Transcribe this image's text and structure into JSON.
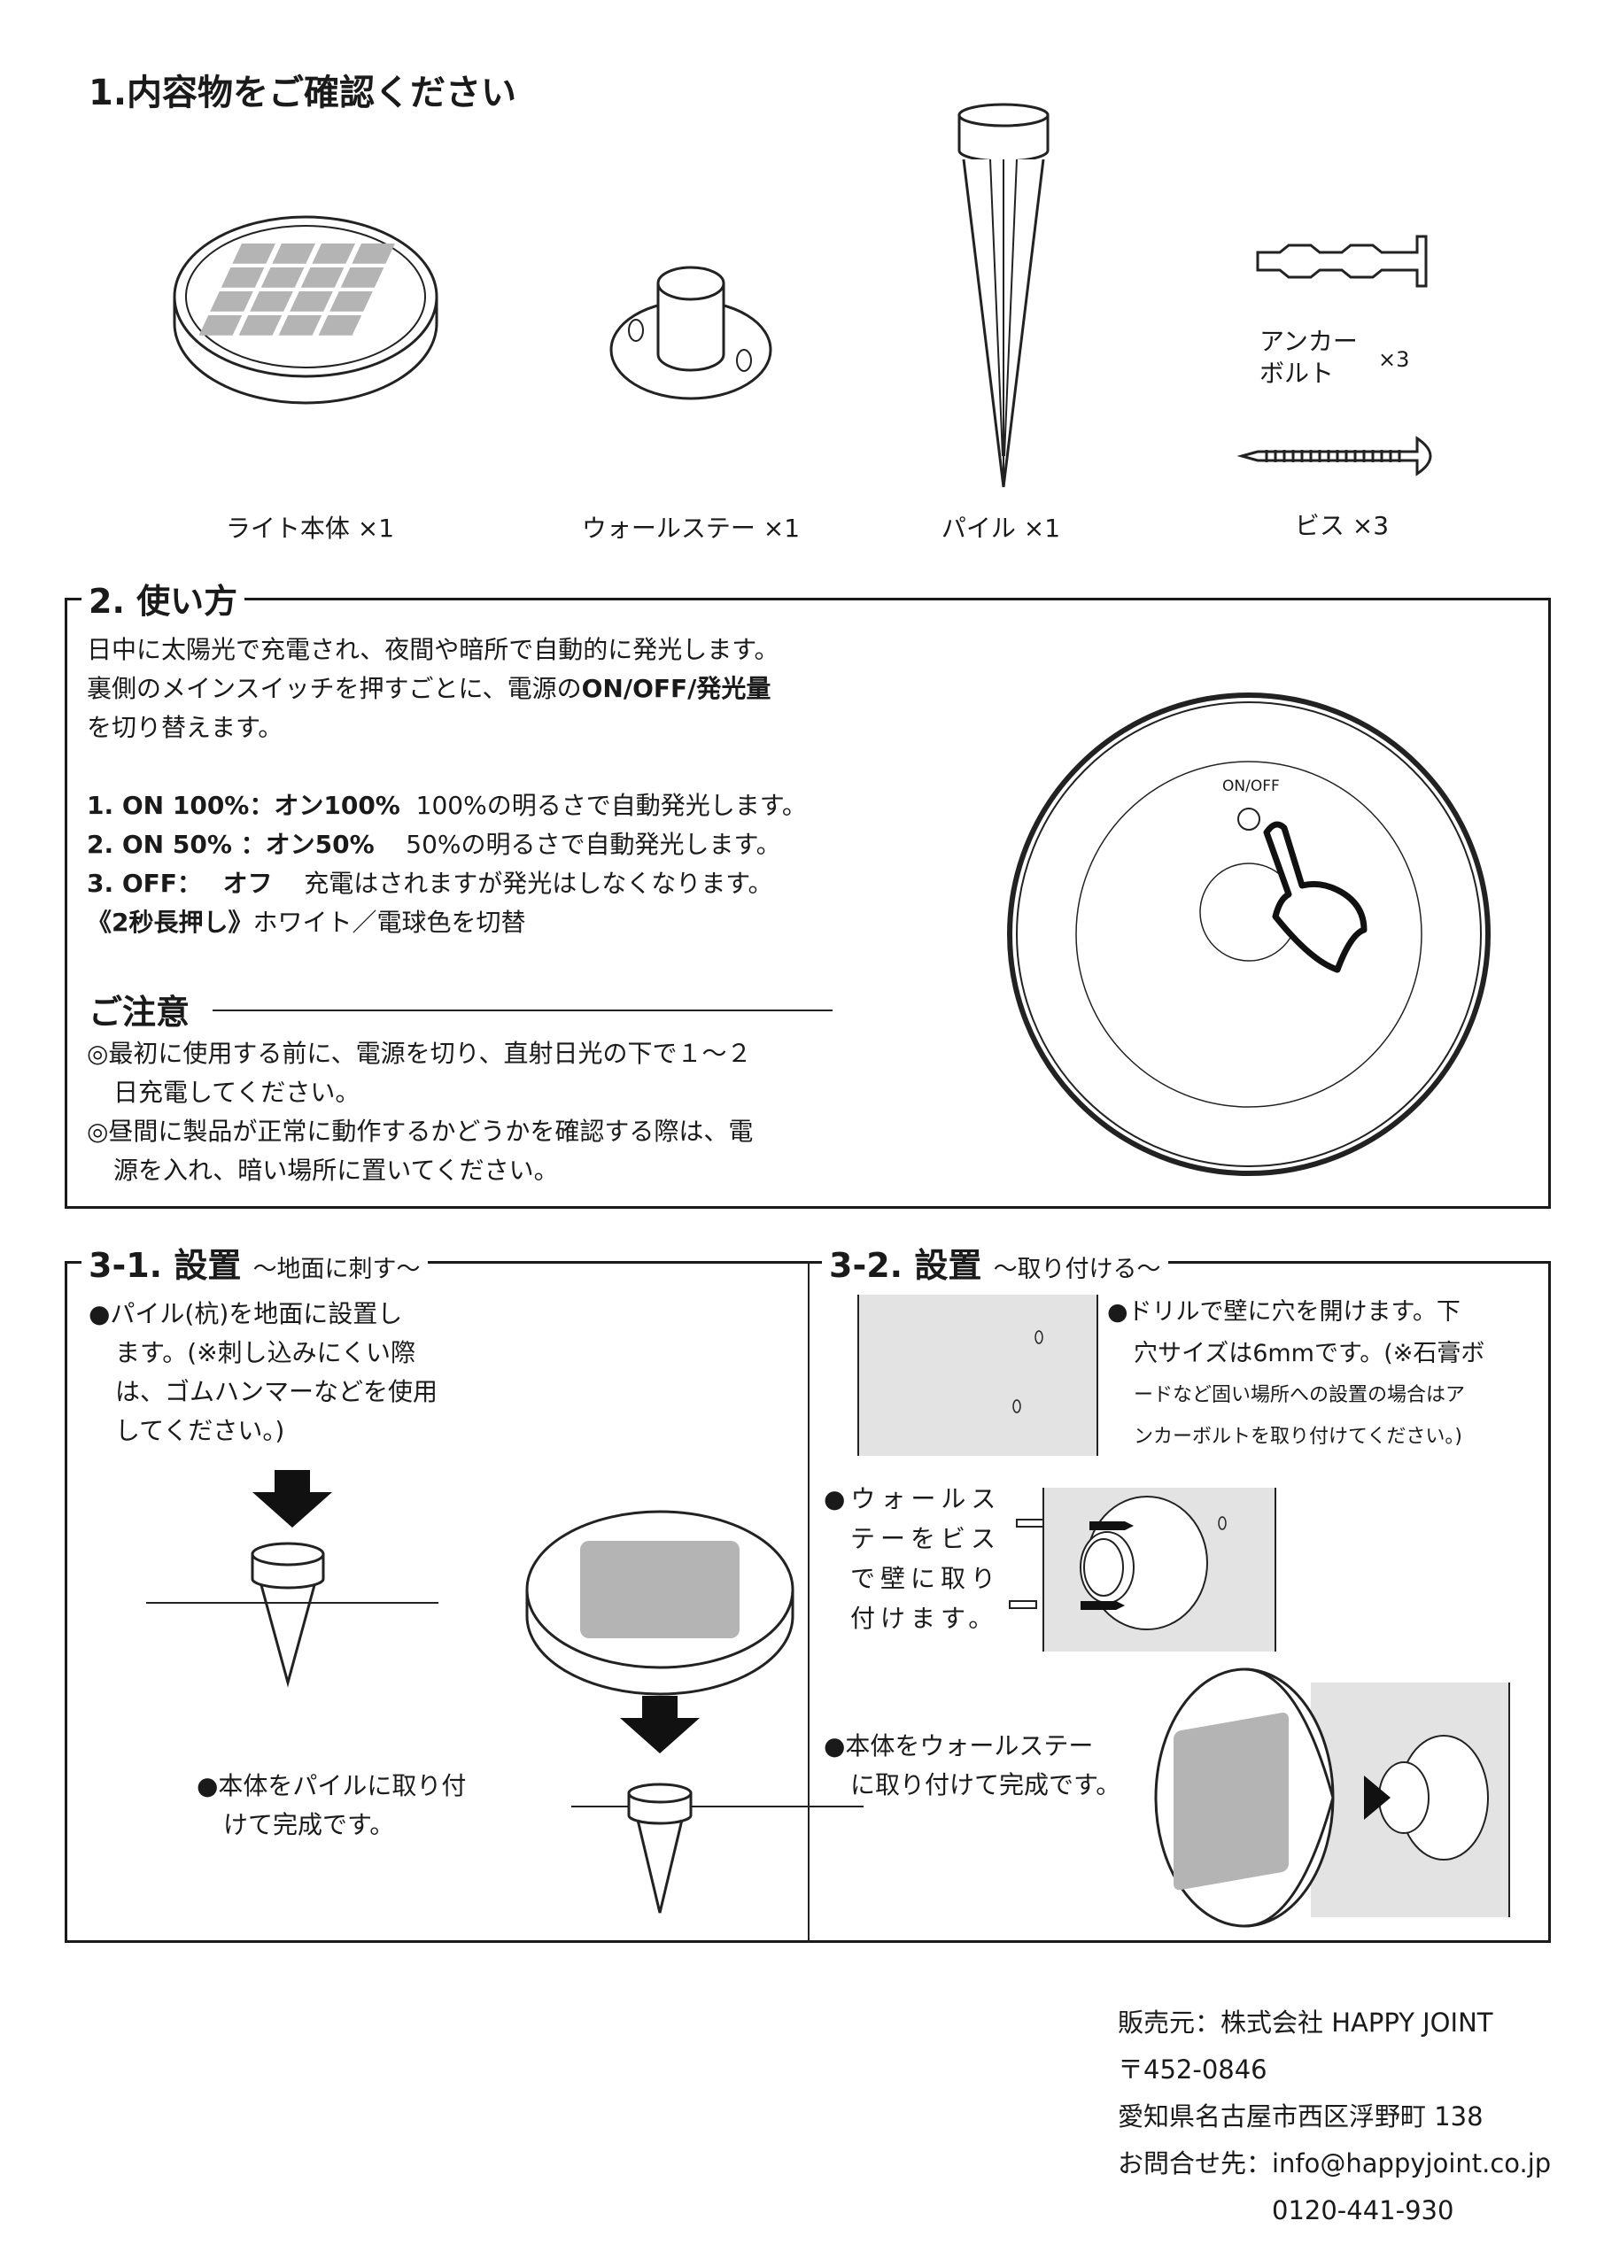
{
  "contents": {
    "title": "1.内容物をご確認ください",
    "items": [
      {
        "label": "ライト本体 ×1"
      },
      {
        "label": "ウォールステー ×1"
      },
      {
        "label": "パイル ×1"
      },
      {
        "label": "アンカーボルト",
        "qty": "×3"
      },
      {
        "label": "ビス ×3"
      }
    ]
  },
  "usage": {
    "title": "2. 使い方",
    "intro": [
      "日中に太陽光で充電され、夜間や暗所で自動的に発光します。",
      "裏側のメインスイッチを押すごとに、電源の",
      "ON/OFF/発光量",
      "を切り替えます。"
    ],
    "modes": [
      {
        "key": "1. ON 100%：オン100%",
        "desc": "100%の明るさで自動発光します。"
      },
      {
        "key": "2. ON 50% ：オン50%",
        "desc": "50%の明るさで自動発光します。"
      },
      {
        "key": "3. OFF：　 オフ",
        "desc": "充電はされますが発光はしなくなります。"
      }
    ],
    "longpress_key": "《2秒長押し》",
    "longpress_desc": "ホワイト／電球色を切替",
    "switch_label": "ON/OFF",
    "caution_title": "ご注意",
    "cautions": [
      [
        "◎最初に使用する前に、電源を切り、直射日光の下で１～２",
        "日充電してください。"
      ],
      [
        "◎昼間に製品が正常に動作するかどうかを確認する際は、電",
        "源を入れ、暗い場所に置いてください。"
      ]
    ]
  },
  "install_ground": {
    "title": "3-1. 設置",
    "subtitle": "～地面に刺す～",
    "step1": [
      "●パイル(杭)を地面に設置し",
      "ます。(※刺し込みにくい際",
      "は、ゴムハンマーなどを使用",
      "してください。)"
    ],
    "step2": [
      "●本体をパイルに取り付",
      "けて完成です。"
    ]
  },
  "install_wall": {
    "title": "3-2. 設置",
    "subtitle": "～取り付ける～",
    "step1": [
      "●ドリルで壁に穴を開けます。下",
      "穴サイズは6mmです。(※石膏ボ",
      "ードなど固い場所への設置の場合はア",
      "ンカーボルトを取り付けてください。)"
    ],
    "step2": [
      "●ウォールス",
      "テーをビス",
      "で壁に取り",
      "付けます。"
    ],
    "step3": [
      "●本体をウォールステー",
      "に取り付けて完成です。"
    ]
  },
  "footer": {
    "lines": [
      "販売元：株式会社 HAPPY JOINT",
      "〒452-0846",
      "愛知県名古屋市西区浮野町 138",
      "お問合せ先：info@happyjoint.co.jp",
      "　　　　　　0120-441-930"
    ]
  }
}
